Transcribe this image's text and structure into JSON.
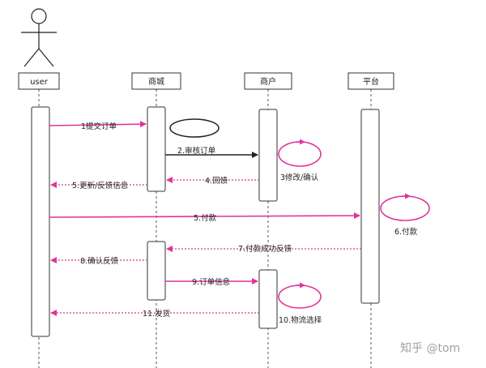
{
  "colors": {
    "primary_arrow": "#e0349b",
    "self_loop_magenta": "#e0349b",
    "self_loop_dark": "#222222",
    "dark_arrow": "#222222",
    "box_stroke": "#333333",
    "lifeline": "#555555"
  },
  "participants": {
    "user": "user",
    "mall": "商城",
    "merchant": "商户",
    "platform": "平台"
  },
  "messages": {
    "m1": "1提交订单",
    "m2": "2.审核订单",
    "m3": "3修改/确认",
    "m4": "4.回馈",
    "m5_back": "5.更新/反馈信息",
    "m5_pay": "5.付款",
    "m6": "6.付款",
    "m7": "7.付款成功反馈",
    "m8": "8.确认反馈",
    "m9": "9.订单信息",
    "m10": "10.物流选择",
    "m11": "11.发货"
  },
  "watermark": "知乎 @tom"
}
